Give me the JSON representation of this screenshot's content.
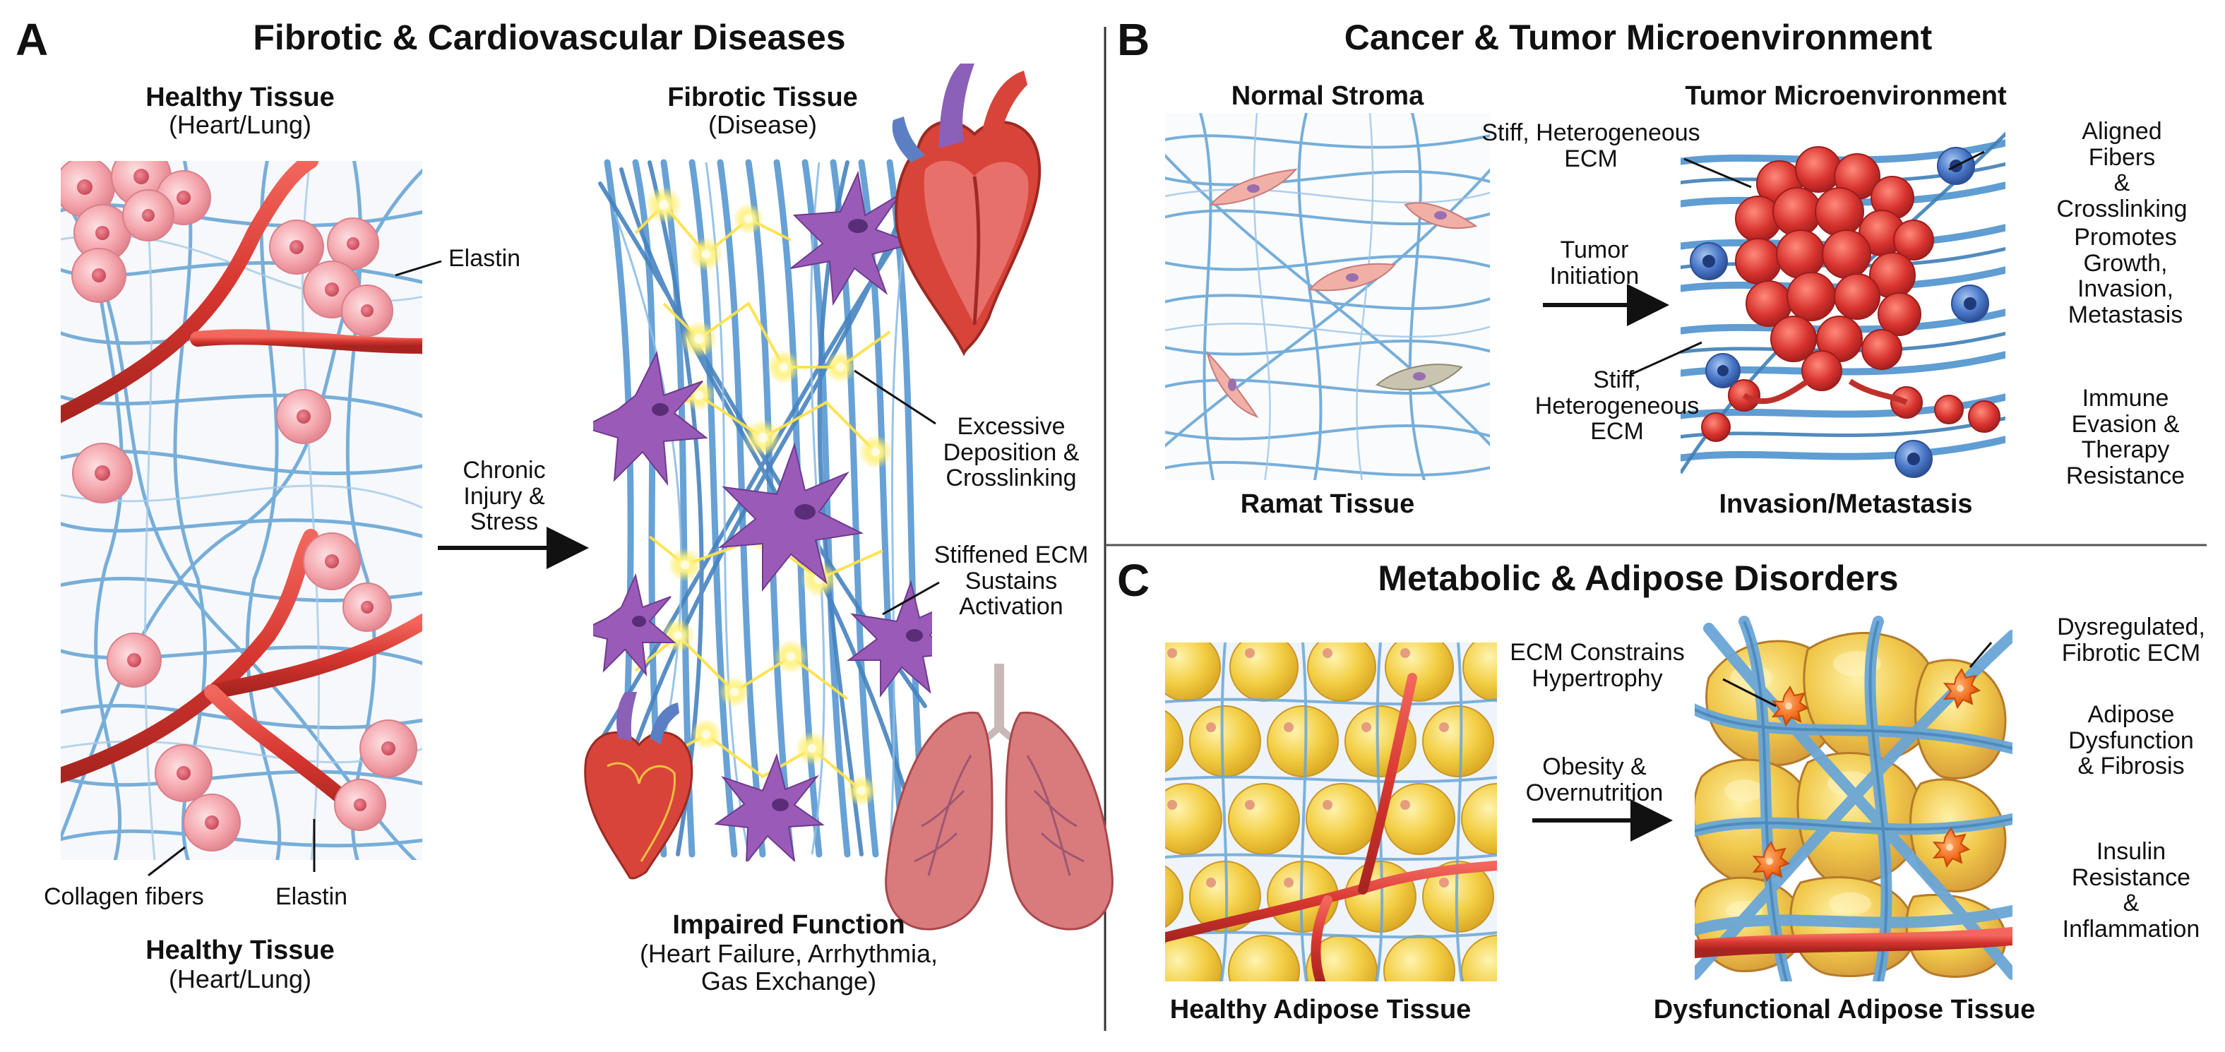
{
  "panel_a": {
    "letter": "A",
    "title": "Fibrotic & Cardiovascular Diseases",
    "healthy_top": {
      "heading": "Healthy Tissue",
      "sub": "(Heart/Lung)"
    },
    "healthy_bottom": {
      "heading": "Healthy Tissue",
      "sub": "(Heart/Lung)"
    },
    "fibrotic_top": {
      "heading": "Fibrotic Tissue",
      "sub": "(Disease)"
    },
    "labels": {
      "elastin_top": "Elastin",
      "collagen": "Collagen fibers",
      "elastin_bottom": "Elastin",
      "arrow": "Chronic\nInjury &\nStress",
      "excessive": "Excessive\nDeposition &\nCrosslinking",
      "stiffened": "Stiffened ECM\nSustains\nActivation"
    },
    "outcome": {
      "heading": "Impaired Function",
      "sub": "(Heart Failure, Arrhythmia,\nGas Exchange)"
    }
  },
  "panel_b": {
    "letter": "B",
    "title": "Cancer & Tumor Microenvironment",
    "normal": "Normal Stroma",
    "normal_bottom": "Ramat Tissue",
    "tumor": "Tumor Microenvironment",
    "tumor_bottom": "Invasion/Metastasis",
    "labels": {
      "stiff_top": "Stiff, Heterogeneous\nECM",
      "arrow": "Tumor\nInitiation",
      "stiff_mid": "Stiff,\nHeterogeneous\nECM",
      "aligned": "Aligned Fibers\n& Crosslinking",
      "promotes": "Promotes\nGrowth,\nInvasion,\nMetastasis",
      "immune": "Immune\nEvasion &\nTherapy\nResistance"
    }
  },
  "panel_c": {
    "letter": "C",
    "title": "Metabolic & Adipose Disorders",
    "healthy": "Healthy Adipose Tissue",
    "dysfunctional": "Dysfunctional Adipose Tissue",
    "labels": {
      "constrains": "ECM Constrains\nHypertrophy",
      "arrow": "Obesity &\nOvernutrition",
      "dysregulated": "Dysregulated,\nFibrotic ECM",
      "adipose_dys": "Adipose\nDysfunction\n& Fibrosis",
      "insulin": "Insulin\nResistance &\nInflammation"
    }
  },
  "colors": {
    "fiber": "#6aa6d6",
    "fiber_dark": "#3f7fb8",
    "vessel": "#d6362f",
    "cell_pink": "#f4a6ad",
    "fibroblast": "#9a5bb8",
    "tumor_red": "#d8332e",
    "immune_blue": "#3d6fc2",
    "adipocyte": "#f3cf45",
    "glow": "#fff27a"
  },
  "icons": [
    "heart-icon",
    "lungs-icon",
    "tumor-mass-icon",
    "immune-cell-icon",
    "fibroblast-icon",
    "adipocyte-icon"
  ]
}
